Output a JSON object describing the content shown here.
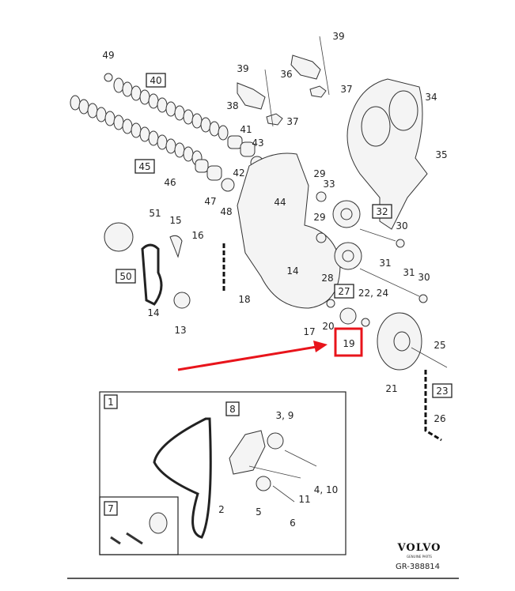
{
  "diagram": {
    "title_code": "GR-388814",
    "brand": "VOLVO",
    "brand_sub": "GENUINE PARTS",
    "highlight_color": "#e8141b",
    "highlighted_part": "19",
    "labels": [
      "49",
      "40",
      "39",
      "39",
      "36",
      "37",
      "38",
      "37",
      "41",
      "34",
      "43",
      "45",
      "42",
      "35",
      "46",
      "29",
      "33",
      "44",
      "47",
      "48",
      "29",
      "32",
      "51",
      "15",
      "16",
      "30",
      "31",
      "50",
      "14",
      "28",
      "31",
      "30",
      "27",
      "22, 24",
      "18",
      "14",
      "20",
      "13",
      "17",
      "19",
      "25",
      "21",
      "23",
      "1",
      "8",
      "3, 9",
      "26",
      "4, 10",
      "11",
      "2",
      "5",
      "7",
      "6"
    ]
  }
}
